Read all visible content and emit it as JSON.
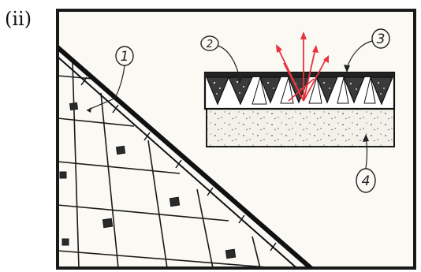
{
  "panel": {
    "label": "(ii)"
  },
  "callouts": {
    "c1": "1",
    "c2": "2",
    "c3": "3",
    "c4": "4"
  },
  "colors": {
    "ink": "#1a1a1a",
    "paper": "#faf9f4",
    "reflection_arrows": "#e8323c",
    "substrate_fill": "#f2f1ea"
  },
  "icons": {
    "reflection": "reflection-arrows-icon"
  }
}
